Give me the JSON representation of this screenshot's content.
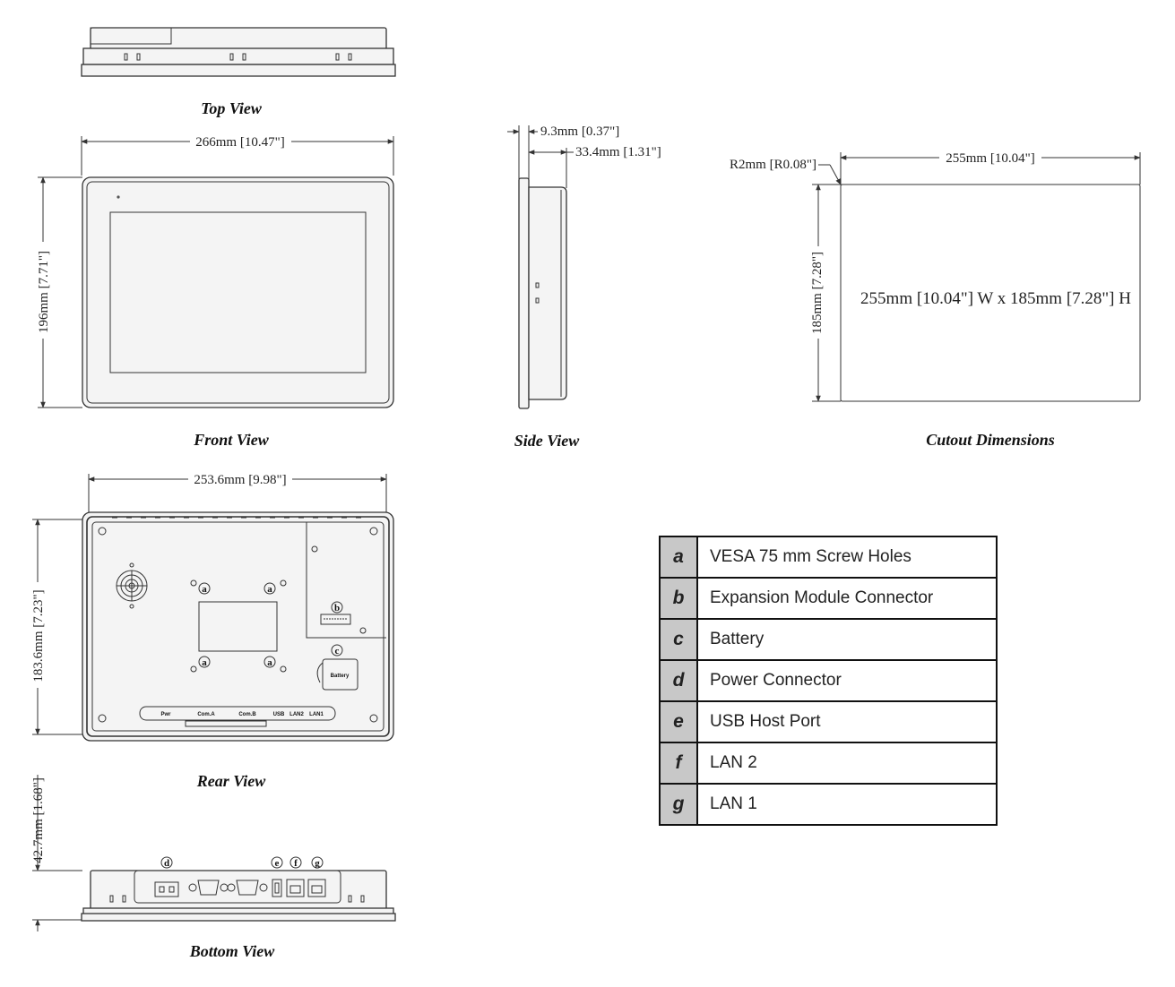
{
  "captions": {
    "top_view": "Top View",
    "front_view": "Front View",
    "side_view": "Side View",
    "cutout": "Cutout Dimensions",
    "rear_view": "Rear View",
    "bottom_view": "Bottom View"
  },
  "dimensions": {
    "front_width": "266mm [10.47\"]",
    "front_height": "196mm [7.71\"]",
    "side_bezel": "9.3mm [0.37\"]",
    "side_depth": "33.4mm [1.31\"]",
    "cutout_radius": "R2mm [R0.08\"]",
    "cutout_width": "255mm [10.04\"]",
    "cutout_height": "185mm [7.28\"]",
    "cutout_label": "255mm [10.04\"] W x 185mm [7.28\"] H",
    "rear_width": "253.6mm [9.98\"]",
    "rear_height": "183.6mm [7.23\"]",
    "bottom_height": "42.7mm [1.68\"]"
  },
  "callouts": {
    "a": "a",
    "b": "b",
    "c": "c",
    "d": "d",
    "e": "e",
    "f": "f",
    "g": "g"
  },
  "rear_labels": {
    "battery": "Battery",
    "power": "Pwr",
    "com_a": "Com.A",
    "com_b": "Com.B",
    "usb": "USB",
    "lan2": "LAN2",
    "lan1": "LAN1"
  },
  "legend": [
    {
      "key": "a",
      "text": "VESA 75 mm Screw Holes"
    },
    {
      "key": "b",
      "text": "Expansion Module Connector"
    },
    {
      "key": "c",
      "text": "Battery"
    },
    {
      "key": "d",
      "text": "Power Connector"
    },
    {
      "key": "e",
      "text": "USB Host Port"
    },
    {
      "key": "f",
      "text": "LAN 2"
    },
    {
      "key": "g",
      "text": "LAN 1"
    }
  ]
}
